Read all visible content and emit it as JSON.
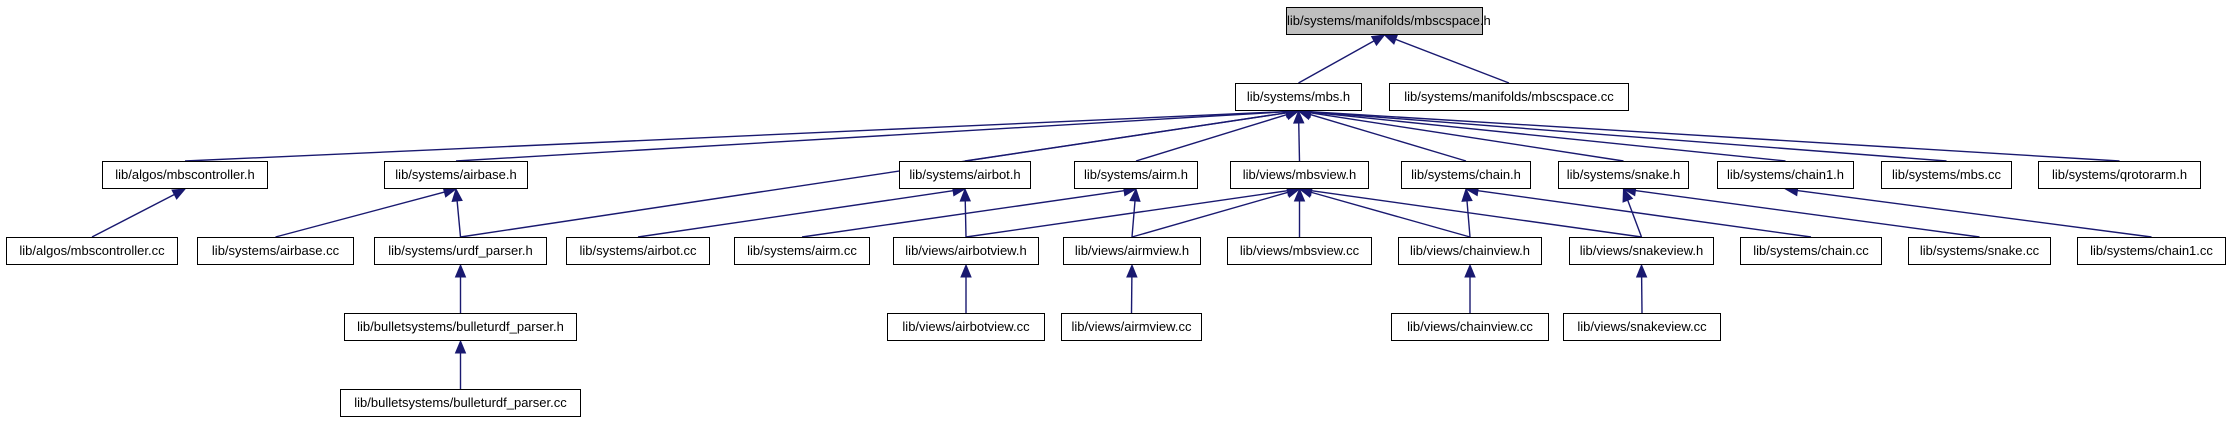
{
  "graph": {
    "nodes": {
      "mbscspace_h": "lib/systems/manifolds/mbscspace.h",
      "mbs_h": "lib/systems/mbs.h",
      "mbscspace_cc": "lib/systems/manifolds/mbscspace.cc",
      "mbscontroller_h": "lib/algos/mbscontroller.h",
      "airbase_h": "lib/systems/airbase.h",
      "airbot_h": "lib/systems/airbot.h",
      "airm_h": "lib/systems/airm.h",
      "mbsview_h": "lib/views/mbsview.h",
      "chain_h": "lib/systems/chain.h",
      "snake_h": "lib/systems/snake.h",
      "chain1_h": "lib/systems/chain1.h",
      "mbs_cc": "lib/systems/mbs.cc",
      "qrotorarm_h": "lib/systems/qrotorarm.h",
      "mbscontroller_cc": "lib/algos/mbscontroller.cc",
      "airbase_cc": "lib/systems/airbase.cc",
      "urdf_parser_h": "lib/systems/urdf_parser.h",
      "airbot_cc": "lib/systems/airbot.cc",
      "airm_cc": "lib/systems/airm.cc",
      "airbotview_h": "lib/views/airbotview.h",
      "airmview_h": "lib/views/airmview.h",
      "mbsview_cc": "lib/views/mbsview.cc",
      "chainview_h": "lib/views/chainview.h",
      "snakeview_h": "lib/views/snakeview.h",
      "chain_cc": "lib/systems/chain.cc",
      "snake_cc": "lib/systems/snake.cc",
      "chain1_cc": "lib/systems/chain1.cc",
      "bulleturdf_parser_h": "lib/bulletsystems/bulleturdf_parser.h",
      "airbotview_cc": "lib/views/airbotview.cc",
      "airmview_cc": "lib/views/airmview.cc",
      "chainview_cc": "lib/views/chainview.cc",
      "snakeview_cc": "lib/views/snakeview.cc",
      "bulleturdf_parser_cc": "lib/bulletsystems/bulleturdf_parser.cc"
    },
    "edges": [
      [
        "mbs_h",
        "mbscspace_h"
      ],
      [
        "mbscspace_cc",
        "mbscspace_h"
      ],
      [
        "mbscontroller_h",
        "mbs_h"
      ],
      [
        "airbase_h",
        "mbs_h"
      ],
      [
        "urdf_parser_h",
        "mbs_h"
      ],
      [
        "airbot_h",
        "mbs_h"
      ],
      [
        "airm_h",
        "mbs_h"
      ],
      [
        "mbsview_h",
        "mbs_h"
      ],
      [
        "chain_h",
        "mbs_h"
      ],
      [
        "snake_h",
        "mbs_h"
      ],
      [
        "chain1_h",
        "mbs_h"
      ],
      [
        "mbs_cc",
        "mbs_h"
      ],
      [
        "qrotorarm_h",
        "mbs_h"
      ],
      [
        "mbscontroller_cc",
        "mbscontroller_h"
      ],
      [
        "airbase_cc",
        "airbase_h"
      ],
      [
        "urdf_parser_h",
        "airbase_h"
      ],
      [
        "airbot_cc",
        "airbot_h"
      ],
      [
        "airbotview_h",
        "airbot_h"
      ],
      [
        "airm_cc",
        "airm_h"
      ],
      [
        "airmview_h",
        "airm_h"
      ],
      [
        "airbotview_h",
        "mbsview_h"
      ],
      [
        "airmview_h",
        "mbsview_h"
      ],
      [
        "mbsview_cc",
        "mbsview_h"
      ],
      [
        "chainview_h",
        "mbsview_h"
      ],
      [
        "snakeview_h",
        "mbsview_h"
      ],
      [
        "chain_cc",
        "chain_h"
      ],
      [
        "chainview_h",
        "chain_h"
      ],
      [
        "snake_cc",
        "snake_h"
      ],
      [
        "snakeview_h",
        "snake_h"
      ],
      [
        "chain1_cc",
        "chain1_h"
      ],
      [
        "bulleturdf_parser_h",
        "urdf_parser_h"
      ],
      [
        "bulleturdf_parser_cc",
        "bulleturdf_parser_h"
      ],
      [
        "airbotview_cc",
        "airbotview_h"
      ],
      [
        "airmview_cc",
        "airmview_h"
      ],
      [
        "chainview_cc",
        "chainview_h"
      ],
      [
        "snakeview_cc",
        "snakeview_h"
      ]
    ],
    "colors": {
      "edge": "#191970",
      "node_border": "#000000",
      "root_fill": "#bfbfbf",
      "node_fill": "#ffffff"
    }
  }
}
